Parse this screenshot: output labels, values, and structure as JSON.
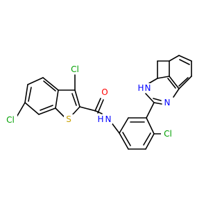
{
  "atoms": {
    "cl_top": {
      "text": "Cl",
      "color": "#00a000"
    },
    "cl_left": {
      "text": "Cl",
      "color": "#00a000"
    },
    "cl_right": {
      "text": "Cl",
      "color": "#00a000"
    },
    "s_ring": {
      "text": "S",
      "color": "#c8a000"
    },
    "o_carbonyl": {
      "text": "O",
      "color": "#ff0000"
    },
    "n_amide": {
      "text": "N",
      "color": "#0000ff"
    },
    "h_amide": {
      "text": "H",
      "color": "#0000ff"
    },
    "nh_imidazole": {
      "text": "N",
      "color": "#0000ff"
    },
    "h_imidazole": {
      "text": "H",
      "color": "#0000ff"
    },
    "n_imidazole": {
      "text": "N",
      "color": "#0000ff"
    }
  },
  "colors": {
    "bond": "#000000",
    "background": "#ffffff"
  }
}
